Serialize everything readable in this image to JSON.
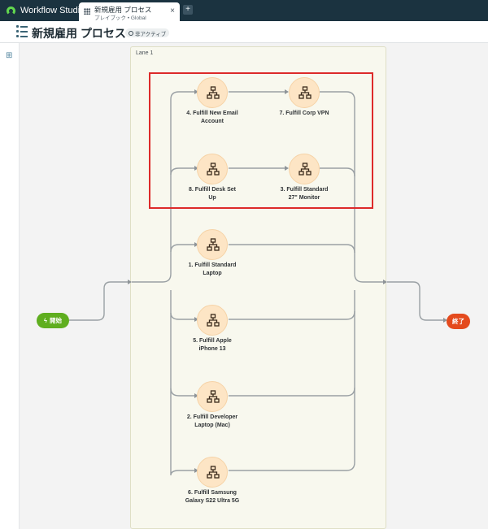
{
  "app": {
    "title": "Workflow Studio"
  },
  "tab": {
    "title": "新規雇用 プロセス",
    "subtitle": "プレイブック • Global",
    "close": "×",
    "new": "+"
  },
  "header": {
    "title": "新規雇用 プロセス",
    "status": "非アクティブ"
  },
  "lane": {
    "label": "Lane 1"
  },
  "start": {
    "label": "開始"
  },
  "end": {
    "label": "終了"
  },
  "nodes": {
    "n4": {
      "label1": "4. Fulfill New Email",
      "label2": "Account"
    },
    "n7": {
      "label1": "7. Fulfill Corp VPN",
      "label2": ""
    },
    "n8": {
      "label1": "8. Fulfill Desk Set",
      "label2": "Up"
    },
    "n3": {
      "label1": "3. Fulfill Standard",
      "label2": "27\" Monitor"
    },
    "n1": {
      "label1": "1. Fulfill Standard",
      "label2": "Laptop"
    },
    "n5": {
      "label1": "5. Fulfill Apple",
      "label2": "iPhone 13"
    },
    "n2": {
      "label1": "2. Fulfill Developer",
      "label2": "Laptop (Mac)"
    },
    "n6": {
      "label1": "6. Fulfill Samsung",
      "label2": "Galaxy S22 Ultra 5G"
    }
  },
  "icons": {
    "node": "flow-hierarchy-icon",
    "start": "bolt-icon",
    "rail": "tree-icon",
    "status": "info-icon"
  },
  "colors": {
    "topbar": "#1b3340",
    "start": "#5fae1f",
    "end": "#e44a1d",
    "node_fill": "#fde5c5",
    "node_icon": "#3a2a1c",
    "highlight": "#dd2a2a"
  }
}
